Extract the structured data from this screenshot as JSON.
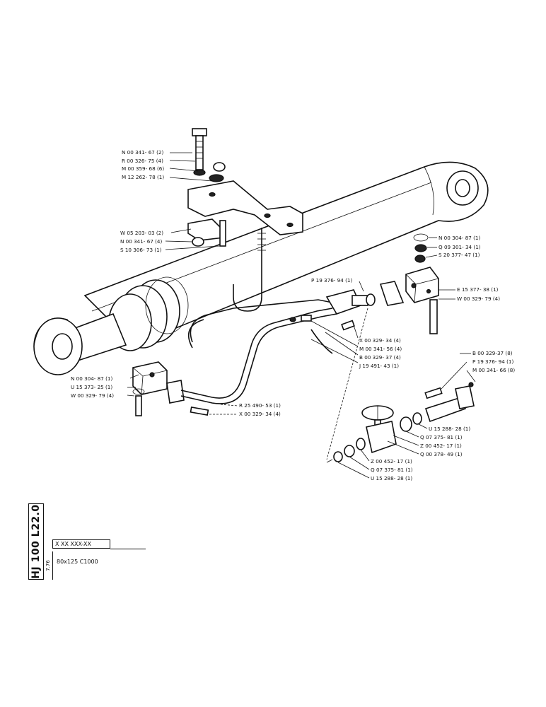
{
  "drawing": {
    "code": "HJ 100 L22.0",
    "code_small": "7.76",
    "ref_box": "X XX XXX-XX",
    "model": "80x125   C1000"
  },
  "labels": [
    {
      "id": "l1",
      "text": "N 00 341- 67 (2)"
    },
    {
      "id": "l2",
      "text": "R 00 326- 75 (4)"
    },
    {
      "id": "l3",
      "text": "M 00 359- 68 (6)"
    },
    {
      "id": "l4",
      "text": "M 12 262- 78 (1)"
    },
    {
      "id": "l5",
      "text": "W 05 203- 03 (2)"
    },
    {
      "id": "l6",
      "text": "N 00 341- 67 (4)"
    },
    {
      "id": "l7",
      "text": "S 10 306- 73 (1)"
    },
    {
      "id": "l8",
      "text": "N 00 304- 87 (1)"
    },
    {
      "id": "l9",
      "text": "Q 09 301- 34 (1)"
    },
    {
      "id": "l10",
      "text": "S 20 377- 47 (1)"
    },
    {
      "id": "l11",
      "text": "P 19 376- 94 (1)"
    },
    {
      "id": "l12",
      "text": "E 15 377- 38 (1)"
    },
    {
      "id": "l13",
      "text": "W 00 329- 79 (4)"
    },
    {
      "id": "l14",
      "text": "X 00 329- 34 (4)"
    },
    {
      "id": "l15",
      "text": "M 00 341- 56 (4)"
    },
    {
      "id": "l16",
      "text": "B 00 329- 37 (4)"
    },
    {
      "id": "l17",
      "text": "J 19 491- 43 (1)"
    },
    {
      "id": "l18",
      "text": "B 00 329-37 (8)"
    },
    {
      "id": "l19",
      "text": "P 19 376- 94 (1)"
    },
    {
      "id": "l20",
      "text": "M 00 341- 66 (8)"
    },
    {
      "id": "l21",
      "text": "N 00 304- 87 (1)"
    },
    {
      "id": "l22",
      "text": "U 15 373- 25 (1)"
    },
    {
      "id": "l23",
      "text": "W 00 329- 79 (4)"
    },
    {
      "id": "l24",
      "text": "R 25 490- 53 (1)"
    },
    {
      "id": "l25",
      "text": "X 00 329- 34 (4)"
    },
    {
      "id": "l26",
      "text": "U 15 288- 28 (1)"
    },
    {
      "id": "l27",
      "text": "Q 07 375- 81 (1)"
    },
    {
      "id": "l28",
      "text": "Z 00 452- 17 (1)"
    },
    {
      "id": "l29",
      "text": "Q 00 378- 49 (1)"
    },
    {
      "id": "l30",
      "text": "Z 00 452- 17 (1)"
    },
    {
      "id": "l31",
      "text": "Q 07 375- 81 (1)"
    },
    {
      "id": "l32",
      "text": "U 15 288- 28 (1)"
    }
  ]
}
